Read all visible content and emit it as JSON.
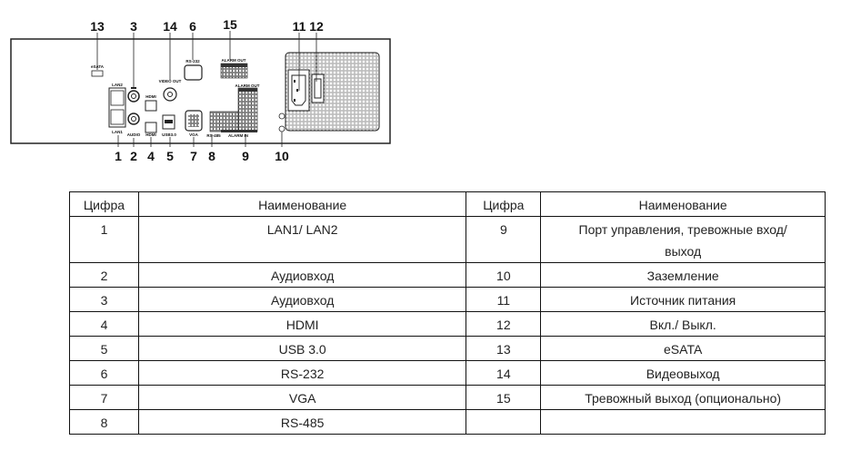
{
  "diagram": {
    "callouts": [
      "1",
      "2",
      "3",
      "4",
      "5",
      "6",
      "7",
      "8",
      "9",
      "10",
      "11",
      "12",
      "13",
      "14",
      "15"
    ],
    "port_labels": {
      "esata": "eSATA",
      "lan2": "LAN2",
      "lan1": "LAN1",
      "audio": "AUDIO",
      "hdmi_top": "HDMI",
      "hdmi_bottom": "HDMI",
      "video_out": "VIDEO OUT",
      "usb": "USB3.0",
      "rs232": "RS-232",
      "vga": "VGA",
      "rs485": "RS-485",
      "alarm_out_top": "ALARM OUT",
      "alarm_out_right": "ALARM OUT",
      "alarm_in": "ALARM IN"
    }
  },
  "table": {
    "headers": [
      "Цифра",
      "Наименование",
      "Цифра",
      "Наименование"
    ],
    "rows": [
      [
        "1",
        "LAN1/ LAN2",
        "9",
        "Порт управления, тревожные вход/ выход"
      ],
      [
        "2",
        "Аудиовход",
        "10",
        "Заземление"
      ],
      [
        "3",
        "Аудиовход",
        "11",
        "Источник питания"
      ],
      [
        "4",
        "HDMI",
        "12",
        "Вкл./ Выкл."
      ],
      [
        "5",
        "USB 3.0",
        "13",
        "eSATA"
      ],
      [
        "6",
        "RS-232",
        "14",
        "Видеовыход"
      ],
      [
        "7",
        "VGA",
        "15",
        "Тревожный выход (опционально)"
      ],
      [
        "8",
        "RS-485",
        "",
        ""
      ]
    ]
  }
}
